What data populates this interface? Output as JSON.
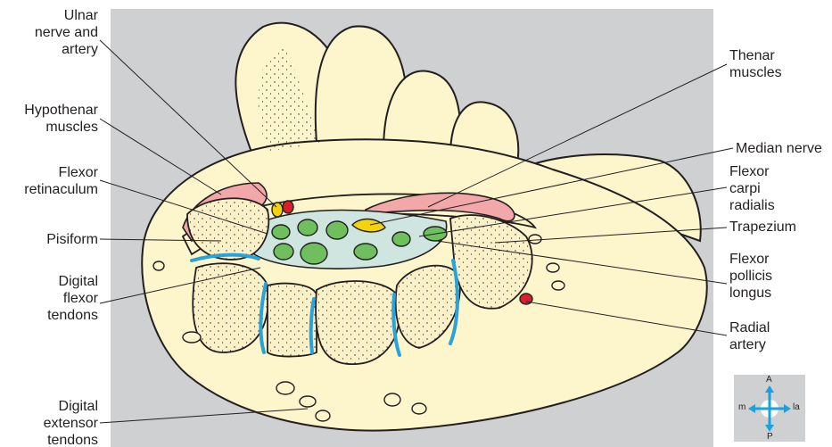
{
  "labels_left": {
    "ulnar": "Ulnar\nnerve and\nartery",
    "hypothenar": "Hypothenar\nmuscles",
    "flexor_retinaculum": "Flexor\nretinaculum",
    "pisiform": "Pisiform",
    "digital_flexor": "Digital\nflexor\ntendons",
    "digital_extensor": "Digital\nextensor\ntendons"
  },
  "labels_right": {
    "thenar": "Thenar\nmuscles",
    "median_nerve": "Median nerve",
    "fcr": "Flexor\ncarpi\nradialis",
    "trapezium": "Trapezium",
    "fpl": "Flexor\npollicis\nlongus",
    "radial_artery": "Radial\nartery"
  },
  "compass": {
    "top": "A",
    "bottom": "P",
    "left": "m",
    "right": "la"
  },
  "colors": {
    "panel": "#cfd0d2",
    "skin": "#fdf5cc",
    "outline": "#231f20",
    "tendon_fill": "#6fbf5f",
    "muscle": "#f2a7a8",
    "bone": "#fbf1c8",
    "synovial": "#29a3d9",
    "nerve": "#f4d20f",
    "artery": "#d6202b",
    "compass_arrow": "#1aa2dc"
  }
}
